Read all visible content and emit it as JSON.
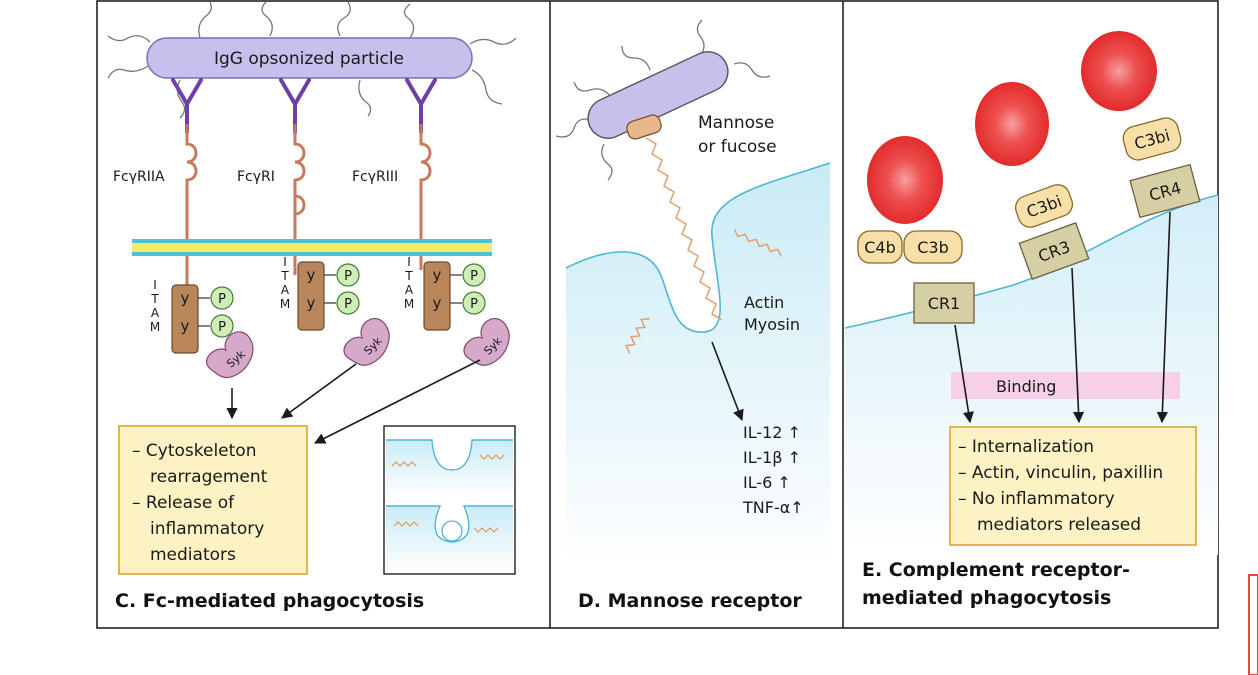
{
  "colors": {
    "particle_fill": "#c8c0ec",
    "receptor_stem": "#c97a5e",
    "ligand_y": "#6f3fa8",
    "membrane_yellow": "#f2ea6a",
    "membrane_cyan": "#4fc0d9",
    "itam_box": "#b8865a",
    "phospho_fill": "#cfeeb5",
    "syk_fill": "#d7a9c9",
    "result_box_fill": "#fcf2c4",
    "result_box_border": "#d9a430",
    "cell_blue": "#d8f0f8",
    "rbc_red": "#e63b3b",
    "complement_fill": "#f7dfa8",
    "cr_box_fill": "#d6cfa4",
    "binding_pink": "#f7cfe8",
    "actin_line": "#e0a070"
  },
  "panel_c": {
    "particle_label": "IgG opsonized particle",
    "receptors": [
      "FcγRIIA",
      "FcγRI",
      "FcγRIII"
    ],
    "itam_letters": [
      "I",
      "T",
      "A",
      "M"
    ],
    "y_letter": "y",
    "p_letter": "P",
    "syk_label": "Syk",
    "box_lines": [
      "– Cytoskeleton",
      "rearragement",
      "– Release of",
      "inflammatory",
      "mediators"
    ],
    "caption": "C. Fc-mediated phagocytosis"
  },
  "panel_d": {
    "ligand_lines": [
      "Mannose",
      "or fucose"
    ],
    "actin_lines": [
      "Actin",
      "Myosin"
    ],
    "cytokines": [
      "IL-12 ↑",
      "IL-1β ↑",
      "IL-6 ↑",
      "TNF-α↑"
    ],
    "caption": "D. Mannose receptor"
  },
  "panel_e": {
    "ligands": [
      "C4b",
      "C3b",
      "C3bi",
      "C3bi"
    ],
    "receptors": [
      "CR1",
      "CR3",
      "CR4"
    ],
    "binding_label": "Binding",
    "box_lines": [
      "– Internalization",
      "– Actin, vinculin, paxillin",
      "– No inflammatory",
      "mediators released"
    ],
    "caption_lines": [
      "E. Complement receptor-",
      "mediated phagocytosis"
    ]
  }
}
